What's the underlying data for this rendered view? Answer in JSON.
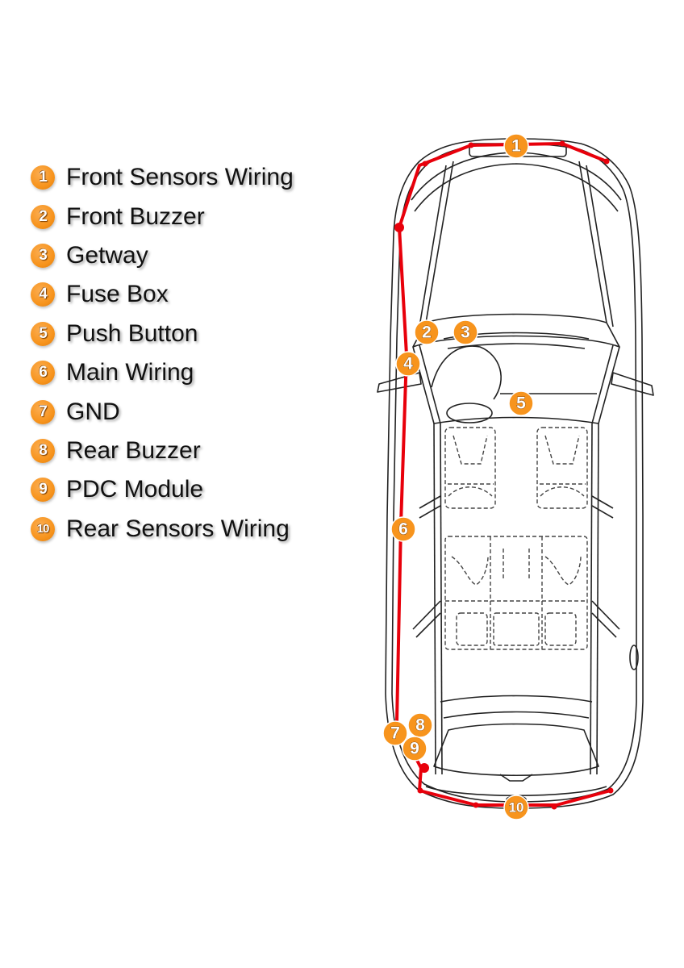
{
  "legend": [
    {
      "num": "1",
      "label": "Front Sensors Wiring"
    },
    {
      "num": "2",
      "label": "Front Buzzer"
    },
    {
      "num": "3",
      "label": "Getway"
    },
    {
      "num": "4",
      "label": "Fuse Box"
    },
    {
      "num": "5",
      "label": "Push Button"
    },
    {
      "num": "6",
      "label": "Main Wiring"
    },
    {
      "num": "7",
      "label": "GND"
    },
    {
      "num": "8",
      "label": "Rear Buzzer"
    },
    {
      "num": "9",
      "label": "PDC Module"
    },
    {
      "num": "10",
      "label": "Rear Sensors Wiring"
    }
  ],
  "callouts": [
    "1",
    "2",
    "3",
    "4",
    "5",
    "6",
    "7",
    "8",
    "9",
    "10"
  ],
  "colors": {
    "badge": "#f7941d",
    "wiring": "#e8000b",
    "outline": "#222222",
    "text": "#111111"
  }
}
